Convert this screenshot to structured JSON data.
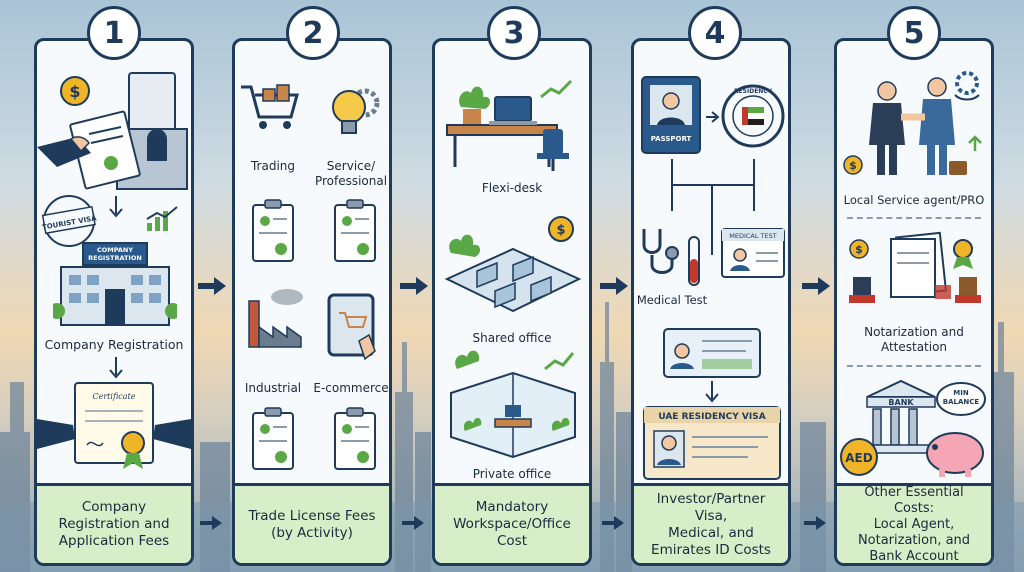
{
  "steps": [
    {
      "number": "1",
      "labels": {
        "company_registration": "Company Registration",
        "company_registration_sign": "COMPANY\nREGISTRATION",
        "tourist_visa": "TOURIST VISA",
        "certificate": "Certificate"
      },
      "cost": "Company\nRegistration and\nApplication Fees"
    },
    {
      "number": "2",
      "labels": {
        "trading": "Trading",
        "service": "Service/\nProfessional",
        "industrial": "Industrial",
        "ecommerce": "E-commerce"
      },
      "cost": "Trade License Fees\n(by Activity)"
    },
    {
      "number": "3",
      "labels": {
        "flexi_desk": "Flexi-desk",
        "shared_office": "Shared office",
        "private_office": "Private office"
      },
      "cost": "Mandatory\nWorkspace/Office\nCost"
    },
    {
      "number": "4",
      "labels": {
        "passport": "PASSPORT",
        "residency": "RESIDENCY",
        "medical_test_card": "MEDICAL TEST",
        "medical_test": "Medical Test",
        "uae_residency_visa": "UAE RESIDENCY VISA"
      },
      "cost": "Investor/Partner Visa,\nMedical, and\nEmirates ID Costs"
    },
    {
      "number": "5",
      "labels": {
        "local_agent": "Local Service agent/PRO",
        "notarization": "Notarization and\nAttestation",
        "bank": "BANK",
        "min_balance": "MIN\nBALANCE",
        "aed": "AED"
      },
      "cost": "Other Essential Costs:\nLocal Agent,\nNotarization, and\nBank Account"
    }
  ],
  "colors": {
    "navy": "#1f3b5c",
    "cost_band": "#d8eec8",
    "panel": "#f7fafc",
    "gold": "#f0b429",
    "green": "#5aa845"
  }
}
